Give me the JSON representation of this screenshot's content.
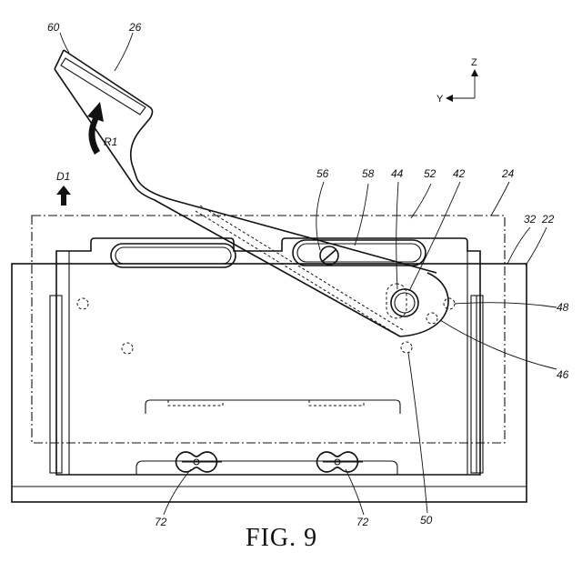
{
  "figure": {
    "caption": "FIG. 9",
    "axes": {
      "vertical": "Z",
      "horizontal": "Y"
    },
    "motion": {
      "rotation": "R1",
      "direction": "D1"
    },
    "labels": {
      "l60": "60",
      "l26": "26",
      "l56": "56",
      "l58": "58",
      "l44": "44",
      "l52": "52",
      "l42": "42",
      "l24": "24",
      "l32": "32",
      "l22": "22",
      "l48": "48",
      "l46": "46",
      "l50": "50",
      "l72a": "72",
      "l72b": "72"
    }
  }
}
